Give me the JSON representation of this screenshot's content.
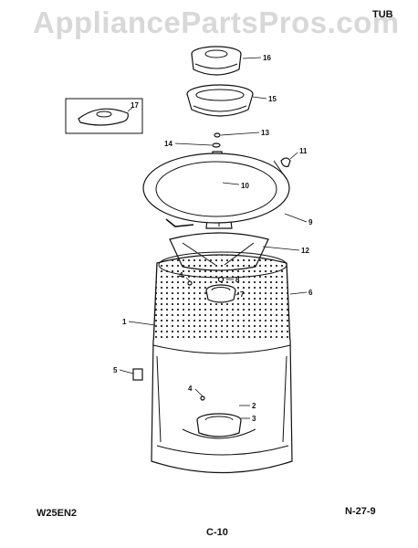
{
  "header": {
    "watermark": "AppliancePartsPros.com",
    "section": "TUB"
  },
  "footer": {
    "model": "W25EN2",
    "page_ref": "N-27-9",
    "page_code": "C-10"
  },
  "callouts": {
    "c1": "1",
    "c2": "2",
    "c3": "3",
    "c4a": "4",
    "c4b": "4",
    "c5": "5",
    "c6": "6",
    "c7": "7",
    "c8": "8",
    "c9": "9",
    "c10": "10",
    "c11": "11",
    "c12": "12",
    "c13": "13",
    "c14": "14",
    "c15": "15",
    "c16": "16",
    "c17": "17"
  }
}
